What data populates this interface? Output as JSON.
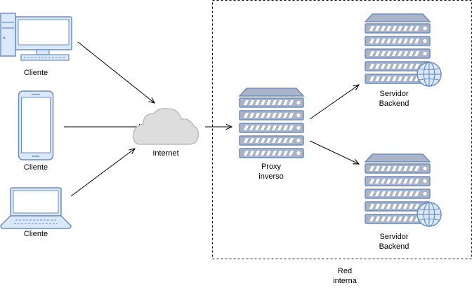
{
  "diagram": {
    "nodes": {
      "client_desktop": {
        "label": "Cliente",
        "icon": "desktop-computer-icon"
      },
      "client_phone": {
        "label": "Cliente",
        "icon": "smartphone-icon"
      },
      "client_laptop": {
        "label": "Cliente",
        "icon": "laptop-icon"
      },
      "internet": {
        "label": "Internet",
        "icon": "cloud-icon"
      },
      "proxy": {
        "label_line1": "Proxy",
        "label_line2": "inverso",
        "icon": "server-rack-icon"
      },
      "backend_1": {
        "label_line1": "Servidor",
        "label_line2": "Backend",
        "icon": "web-server-icon"
      },
      "backend_2": {
        "label_line1": "Servidor",
        "label_line2": "Backend",
        "icon": "web-server-icon"
      }
    },
    "group": {
      "label_line1": "Red",
      "label_line2": "interna"
    },
    "edges": [
      {
        "from": "client_desktop",
        "to": "internet"
      },
      {
        "from": "client_phone",
        "to": "internet"
      },
      {
        "from": "client_laptop",
        "to": "internet"
      },
      {
        "from": "internet",
        "to": "proxy"
      },
      {
        "from": "proxy",
        "to": "backend_1"
      },
      {
        "from": "proxy",
        "to": "backend_2"
      }
    ],
    "colors": {
      "device_fill": "#dae8fc",
      "device_stroke": "#6c8ebf",
      "screen_fill": "#ffffff",
      "cloud_fill": "#dddddd",
      "cloud_stroke": "#bbbbbb",
      "server_fill": "#aab4c6",
      "server_stroke": "#6c8ebf",
      "globe_fill": "#dae8fc",
      "line": "#000000",
      "group_border": "#000000"
    }
  }
}
